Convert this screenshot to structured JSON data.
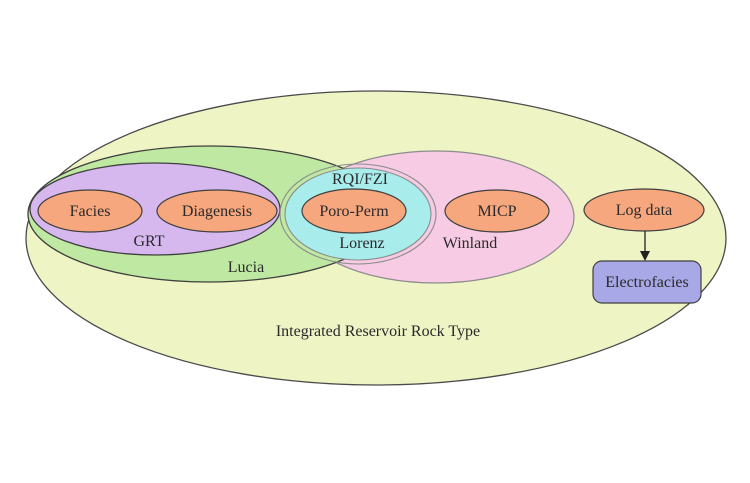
{
  "diagram": {
    "title": "Integrated Reservoir Rock Type",
    "regions": {
      "lucia": "Lucia",
      "grt": "GRT",
      "winland": "Winland",
      "rqi_fzi": "RQI/FZI",
      "lorenz": "Lorenz"
    },
    "nodes": {
      "facies": "Facies",
      "diagenesis": "Diagenesis",
      "poro_perm": "Poro-Perm",
      "micp": "MICP",
      "log_data": "Log data",
      "electrofacies": "Electrofacies"
    },
    "colors": {
      "outer_fill": "#eef4c4",
      "lucia_fill": "#bfe9a2",
      "grt_fill": "#d6b8ef",
      "winland_fill": "#f6cbe3",
      "rqi_fill": "#a9ecec",
      "node_fill": "#f7a77e",
      "electrofacies_fill": "#a9a8e7",
      "outline": "#4a4a4a"
    }
  }
}
